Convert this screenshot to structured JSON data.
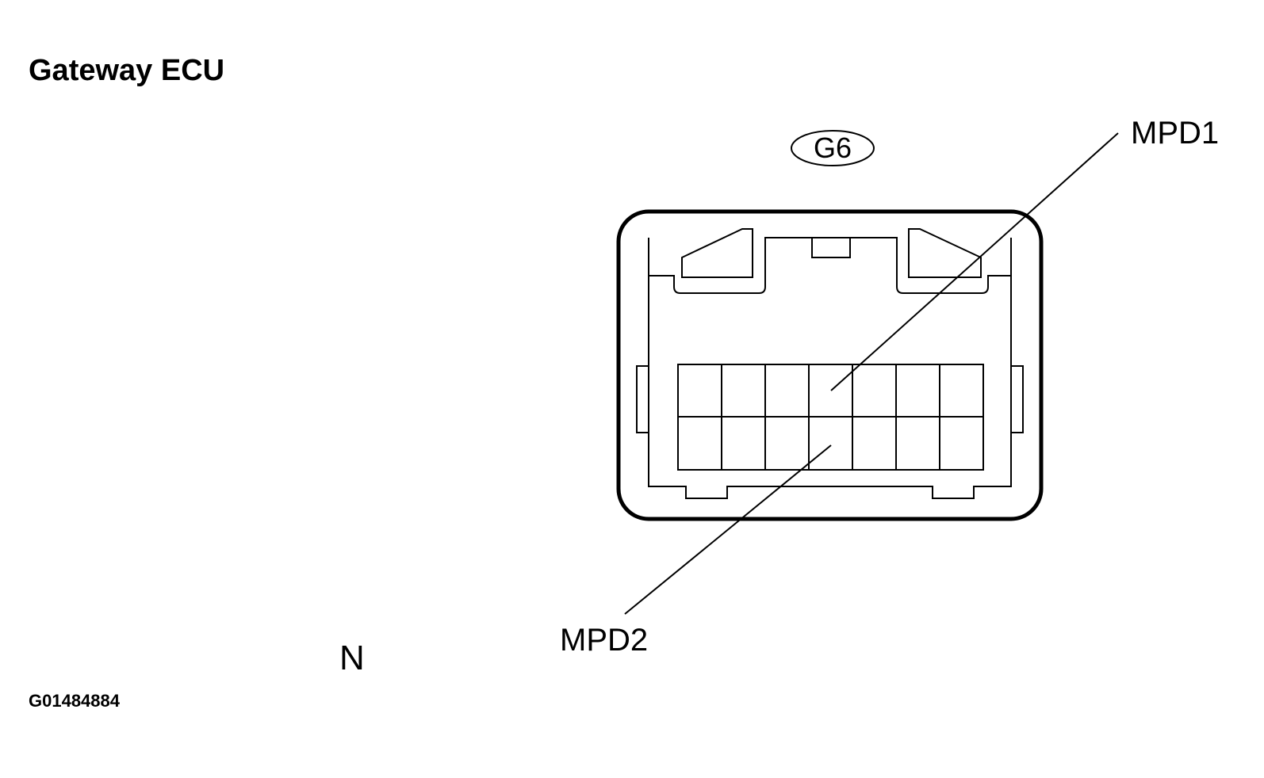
{
  "title": "Gateway ECU",
  "connector_code": "G6",
  "pins": {
    "upper": "MPD1",
    "lower": "MPD2"
  },
  "orientation_mark": "N",
  "figure_id": "G01484884"
}
